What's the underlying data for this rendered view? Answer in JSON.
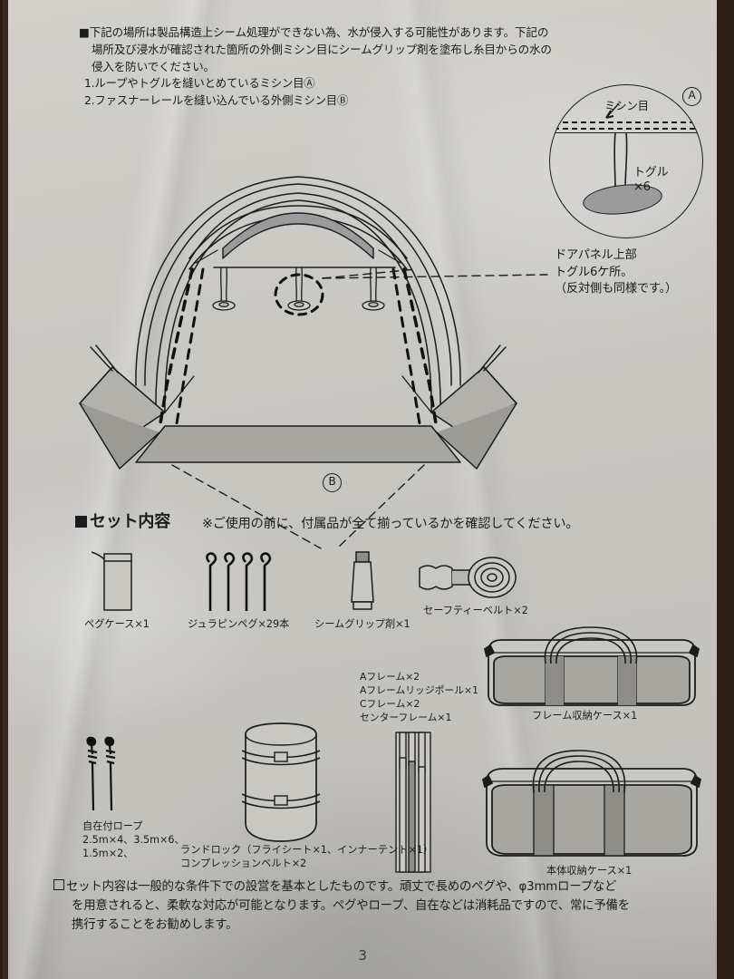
{
  "page": {
    "number": "3",
    "ink_color": "#1b1b1b",
    "paper_color": "#c9c7c2",
    "fill_gray": "#9b9b9b"
  },
  "warning": {
    "bullet": "■",
    "line1": "下記の場所は製品構造上シーム処理ができない為、水が侵入する可能性があります。下記の",
    "line2": "場所及び浸水が確認された箇所の外側ミシン目にシームグリップ剤を塗布し糸目からの水の",
    "line3": "侵入を防いでください。",
    "items": [
      "1.ループやトグルを縫いとめているミシン目Ⓐ",
      "2.ファスナーレールを縫い込んでいる外側ミシン目Ⓑ"
    ]
  },
  "detail_a": {
    "badge": "A",
    "seam_label": "ミシン目",
    "toggle_label_line1": "トグル",
    "toggle_label_line2": "×6",
    "note_line1": "ドアパネル上部",
    "note_line2": "トグル6ケ所。",
    "note_line3": "（反対側も同様です。）"
  },
  "detail_b": {
    "badge": "B"
  },
  "set_contents": {
    "bullet": "■",
    "title": "セット内容",
    "note": "※ご使用の前に、付属品が全て揃っているかを確認してください。",
    "items": [
      {
        "id": "peg-case",
        "label": "ペグケース×1"
      },
      {
        "id": "jura-peg",
        "label": "ジュラピンペグ×29本"
      },
      {
        "id": "seam-grip",
        "label": "シームグリップ剤×1"
      },
      {
        "id": "safety-belt",
        "label": "セーフティーベルト×2"
      },
      {
        "id": "frames",
        "label": "Aフレーム×2\nAフレームリッジポール×1\nCフレーム×2\nセンターフレーム×1"
      },
      {
        "id": "frame-case",
        "label": "フレーム収納ケース×1"
      },
      {
        "id": "guy-rope",
        "label": "自在付ロープ\n2.5m×4、3.5m×6、\n1.5m×2、"
      },
      {
        "id": "landlock",
        "label": "ランドロック（フライシート×1、インナーテント×1）\nコンプレッションベルト×2"
      },
      {
        "id": "body-case",
        "label": "本体収納ケース×1"
      }
    ]
  },
  "bottom_note": {
    "checkbox": "□",
    "line1": "セット内容は一般的な条件下での設営を基本としたものです。頑丈で長めのペグや、φ3mmロープなど",
    "line2": "を用意されると、柔軟な対応が可能となります。ペグやロープ、自在などは消耗品ですので、常に予備を",
    "line3": "携行することをお勧めします。"
  }
}
